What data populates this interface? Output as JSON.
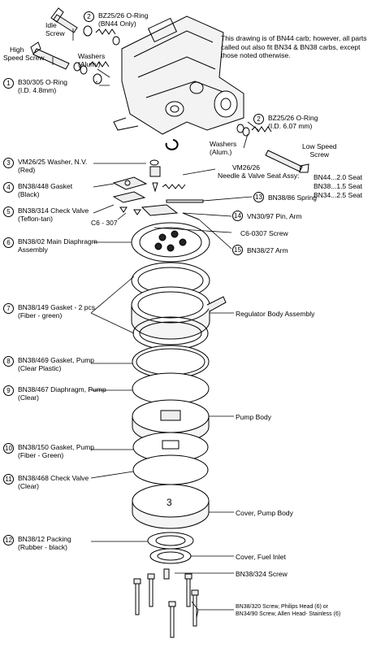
{
  "note": "This drawing is of BN44 carb; however, all parts called out also fit BN34 & BN38 carbs, except those noted otherwise.",
  "top_labels": {
    "idle_screw": [
      "Idle",
      "Screw"
    ],
    "high_speed_screw": [
      "High",
      "Speed Screw"
    ],
    "washers_left": [
      "Washers",
      "(Alum.)"
    ],
    "washers_right": [
      "Washers",
      "(Alum.)"
    ],
    "low_speed_screw": [
      "Low Speed",
      "Screw"
    ],
    "needle_valve": [
      "VM26/26",
      "Needle & Valve Seat Assy:"
    ],
    "c6_307": "C6 - 307",
    "regulator_body": "Regulator Body Assembly",
    "pump_body": "Pump Body",
    "cover_pump_body": "Cover, Pump Body",
    "cover_fuel_inlet": "Cover, Fuel Inlet",
    "bn38_324": "BN38/324 Screw",
    "bottom_screws": [
      "BN38/320 Screw, Philips Head (6) or",
      "BN34/90 Screw, Allen Head- Stainless (6)"
    ]
  },
  "seats": [
    "BN44...2.0 Seat",
    "BN38...1.5 Seat",
    "BN34...2.5 Seat"
  ],
  "callouts": [
    {
      "n": "1",
      "lines": [
        "B30/305 O-Ring",
        "(I.D. 4.8mm)"
      ]
    },
    {
      "n": "2",
      "lines": [
        "BZ25/26 O-Ring",
        "(BN44 Only)"
      ]
    },
    {
      "n": "2",
      "lines": [
        "BZ25/26 O-Ring",
        "(I.D. 6.07 mm)"
      ]
    },
    {
      "n": "3",
      "lines": [
        "VM26/25 Washer, N.V.",
        "(Red)"
      ]
    },
    {
      "n": "4",
      "lines": [
        "BN38/448 Gasket",
        "(Black)"
      ]
    },
    {
      "n": "5",
      "lines": [
        "BN38/314 Check Valve",
        "(Teflon-tan)"
      ]
    },
    {
      "n": "6",
      "lines": [
        "BN38/02 Main Diaphragm",
        "Assembly"
      ]
    },
    {
      "n": "7",
      "lines": [
        "BN38/149 Gasket - 2 pcs",
        "(Fiber - green)"
      ]
    },
    {
      "n": "8",
      "lines": [
        "BN38/469 Gasket, Pump",
        "(Clear Plastic)"
      ]
    },
    {
      "n": "9",
      "lines": [
        "BN38/467 Diaphragm, Pump",
        "(Clear)"
      ]
    },
    {
      "n": "10",
      "lines": [
        "BN38/150 Gasket, Pump",
        "(Fiber - Green)"
      ]
    },
    {
      "n": "11",
      "lines": [
        "BN38/468 Check Valve",
        "(Clear)"
      ]
    },
    {
      "n": "12",
      "lines": [
        "BN38/12 Packing",
        "(Rubber - black)"
      ]
    },
    {
      "n": "13",
      "lines": [
        "BN38/86 Spring"
      ]
    },
    {
      "n": "14",
      "lines": [
        "VN30/97 Pin, Arm"
      ]
    },
    {
      "n": "15",
      "lines": [
        "BN38/27 Arm"
      ]
    }
  ],
  "c6_0307": "C6-0307 Screw",
  "pump_cover_mark": "3"
}
